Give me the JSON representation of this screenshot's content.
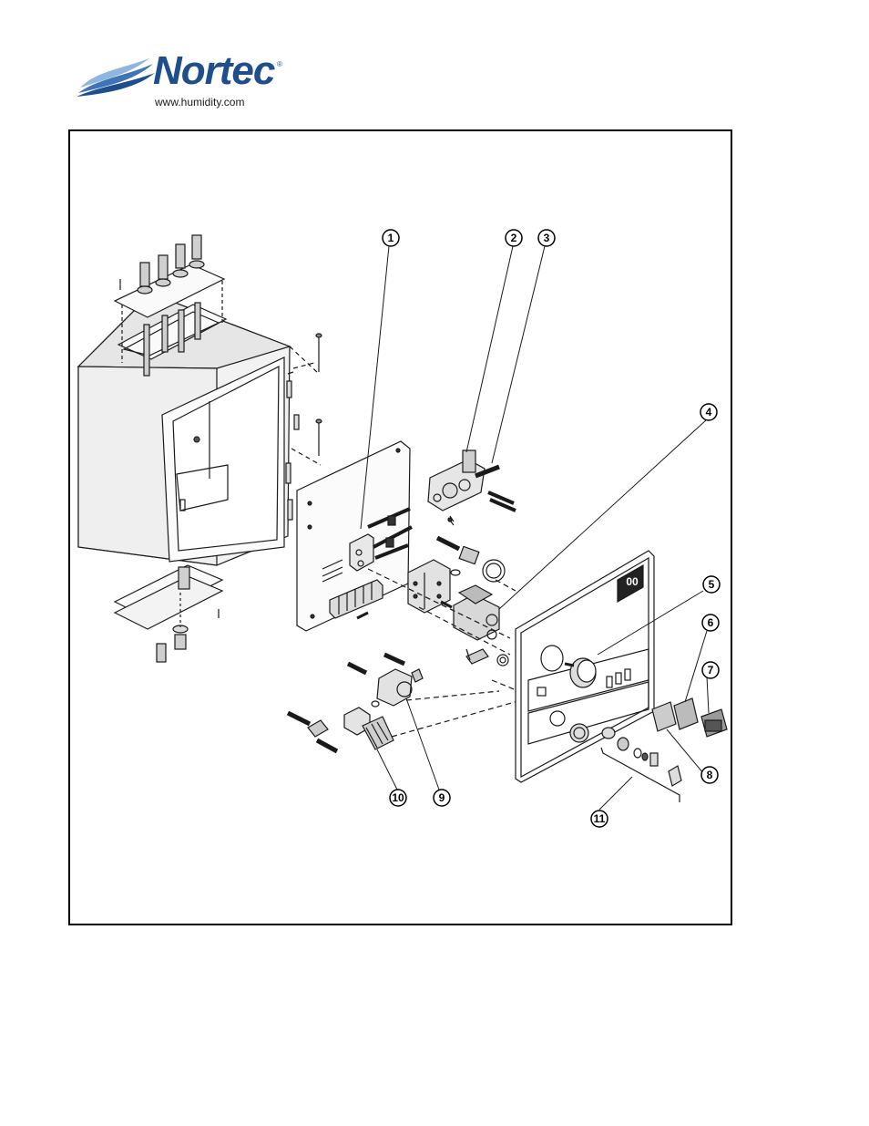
{
  "logo": {
    "brand": "Nortec",
    "registered": "®",
    "url": "www.humidity.com",
    "colors": {
      "brand_blue": "#1f4e8c",
      "wave_light": "#6fa0d2"
    }
  },
  "diagram": {
    "callouts": [
      {
        "id": "1",
        "label": "1"
      },
      {
        "id": "2",
        "label": "2"
      },
      {
        "id": "3",
        "label": "3"
      },
      {
        "id": "4",
        "label": "4"
      },
      {
        "id": "5",
        "label": "5"
      },
      {
        "id": "6",
        "label": "6"
      },
      {
        "id": "7",
        "label": "7"
      },
      {
        "id": "8",
        "label": "8"
      },
      {
        "id": "9",
        "label": "9"
      },
      {
        "id": "10",
        "label": "10"
      },
      {
        "id": "11",
        "label": "11"
      }
    ],
    "panel_badge": "00"
  }
}
